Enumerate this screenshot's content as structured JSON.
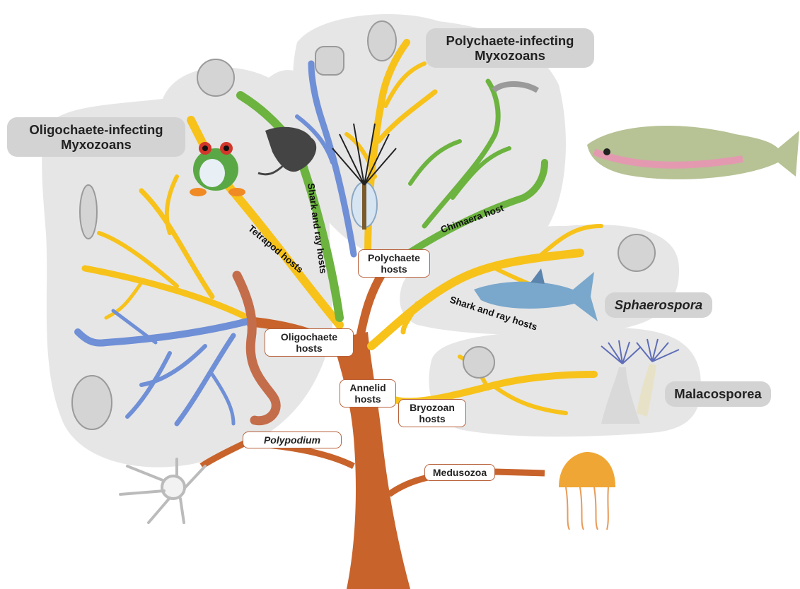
{
  "groups": {
    "oligochaete": {
      "line1": "Oligochaete-infecting",
      "line2": "Myxozoans"
    },
    "polychaete": {
      "line1": "Polychaete-infecting",
      "line2": "Myxozoans"
    },
    "sphaerospora": "Sphaerospora",
    "malacosporea": "Malacosporea"
  },
  "nodes": {
    "polychaete_hosts": {
      "line1": "Polychaete",
      "line2": "hosts"
    },
    "oligochaete_hosts": {
      "line1": "Oligochaete",
      "line2": "hosts"
    },
    "annelid_hosts": {
      "line1": "Annelid",
      "line2": "hosts"
    },
    "bryozoan_hosts": {
      "line1": "Bryozoan",
      "line2": "hosts"
    },
    "polypodium": "Polypodium",
    "medusozoa": "Medusozoa"
  },
  "branch_labels": {
    "tetrapod_hosts": "Tetrapod hosts",
    "shark_ray_hosts_vertical": "Shark and ray hosts",
    "chimaera_host": "Chimaera host",
    "shark_ray_hosts_sphaerospora": "Shark and ray hosts"
  },
  "colors": {
    "trunk": "#c8632b",
    "yellow_branch": "#f7c21a",
    "green_branch": "#6cb33f",
    "blue_branch": "#6f8fd6",
    "blob": "#e6e6e6",
    "label_bg": "#d3d3d3"
  },
  "illustrations": [
    "frog-icon",
    "stingray-icon",
    "polychaete-worm-icon",
    "earthworm-icon",
    "trout-icon",
    "shark-icon",
    "bryozoan-icon",
    "jellyfish-icon",
    "polypodium-icon",
    "myxospore-icon"
  ]
}
